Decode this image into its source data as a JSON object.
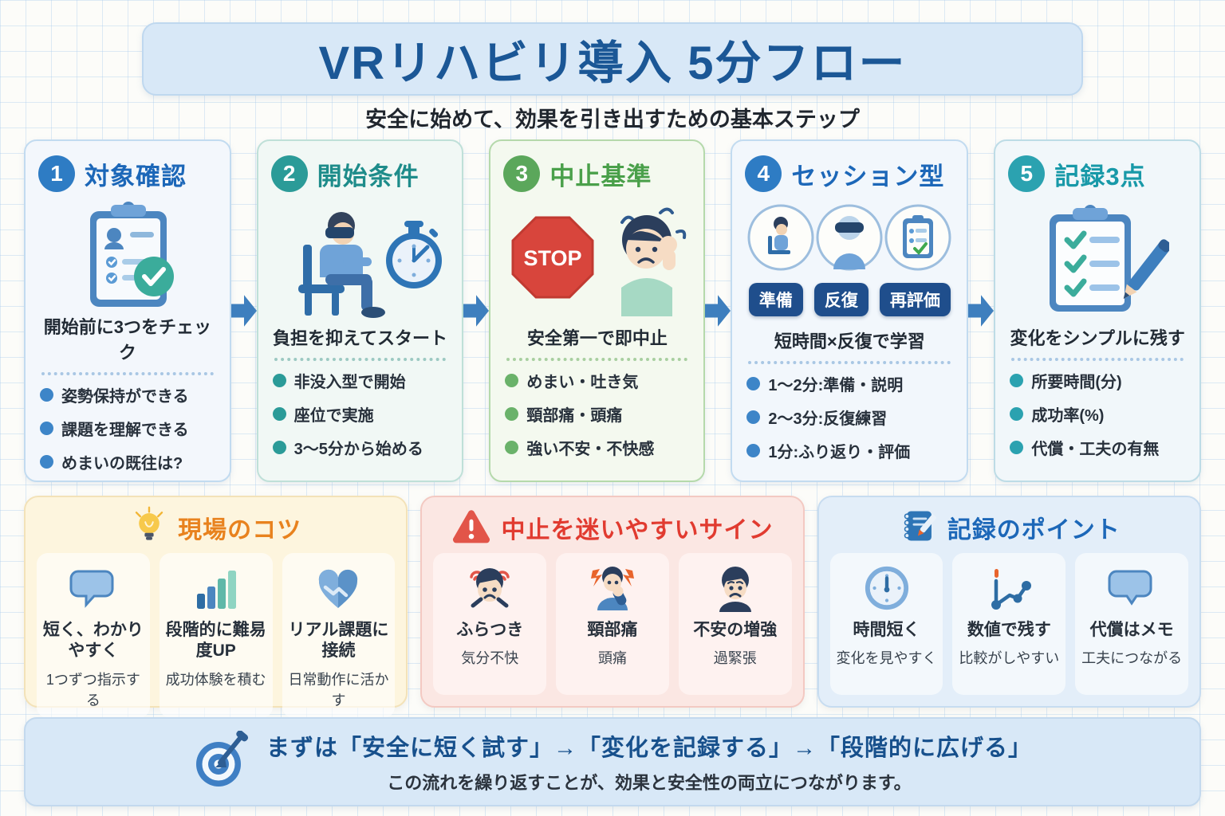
{
  "header": {
    "title": "VRリハビリ導入 5分フロー",
    "subtitle": "安全に始めて、効果を引き出すための基本ステップ"
  },
  "steps": [
    {
      "num": "1",
      "title": "対象確認",
      "caption": "開始前に3つをチェック",
      "bullets": [
        "姿勢保持ができる",
        "課題を理解できる",
        "めまいの既往は?"
      ]
    },
    {
      "num": "2",
      "title": "開始条件",
      "caption": "負担を抑えてスタート",
      "bullets": [
        "非没入型で開始",
        "座位で実施",
        "3〜5分から始める"
      ]
    },
    {
      "num": "3",
      "title": "中止基準",
      "caption": "安全第一で即中止",
      "stop_label": "STOP",
      "bullets": [
        "めまい・吐き気",
        "頸部痛・頭痛",
        "強い不安・不快感"
      ]
    },
    {
      "num": "4",
      "title": "セッション型",
      "caption": "短時間×反復で学習",
      "pills": [
        "準備",
        "反復",
        "再評価"
      ],
      "bullets": [
        "1〜2分:準備・説明",
        "2〜3分:反復練習",
        "1分:ふり返り・評価"
      ]
    },
    {
      "num": "5",
      "title": "記録3点",
      "caption": "変化をシンプルに残す",
      "bullets": [
        "所要時間(分)",
        "成功率(%)",
        "代償・工夫の有無"
      ]
    }
  ],
  "panels": [
    {
      "title": "現場のコツ",
      "cards": [
        {
          "title": "短く、わかりやすく",
          "sub": "1つずつ指示する"
        },
        {
          "title": "段階的に難易度UP",
          "sub": "成功体験を積む"
        },
        {
          "title": "リアル課題に接続",
          "sub": "日常動作に活かす"
        }
      ]
    },
    {
      "title": "中止を迷いやすいサイン",
      "cards": [
        {
          "title": "ふらつき",
          "sub": "気分不快"
        },
        {
          "title": "頸部痛",
          "sub": "頭痛"
        },
        {
          "title": "不安の増強",
          "sub": "過緊張"
        }
      ]
    },
    {
      "title": "記録のポイント",
      "cards": [
        {
          "title": "時間短く",
          "sub": "変化を見やすく"
        },
        {
          "title": "数値で残す",
          "sub": "比較がしやすい"
        },
        {
          "title": "代償はメモ",
          "sub": "工夫につながる"
        }
      ]
    }
  ],
  "footer": {
    "line1": "まずは「安全に短く試す」→「変化を記録する」→「段階的に広げる」",
    "line2": "この流れを繰り返すことが、効果と安全性の両立につながります。"
  },
  "colors": {
    "step_blue": "#2E7CC4",
    "step_teal": "#2B9B98",
    "step_green": "#5BA75B",
    "step_cyan": "#2BA2B0",
    "tips_orange": "#E8821E",
    "signs_red": "#E13B30",
    "record_blue": "#1C67B8",
    "banner_bg": "#D8E8F7",
    "stop_red": "#D8453C",
    "pill_navy": "#1F4E8C",
    "arrow_blue": "#3E7FBE"
  }
}
